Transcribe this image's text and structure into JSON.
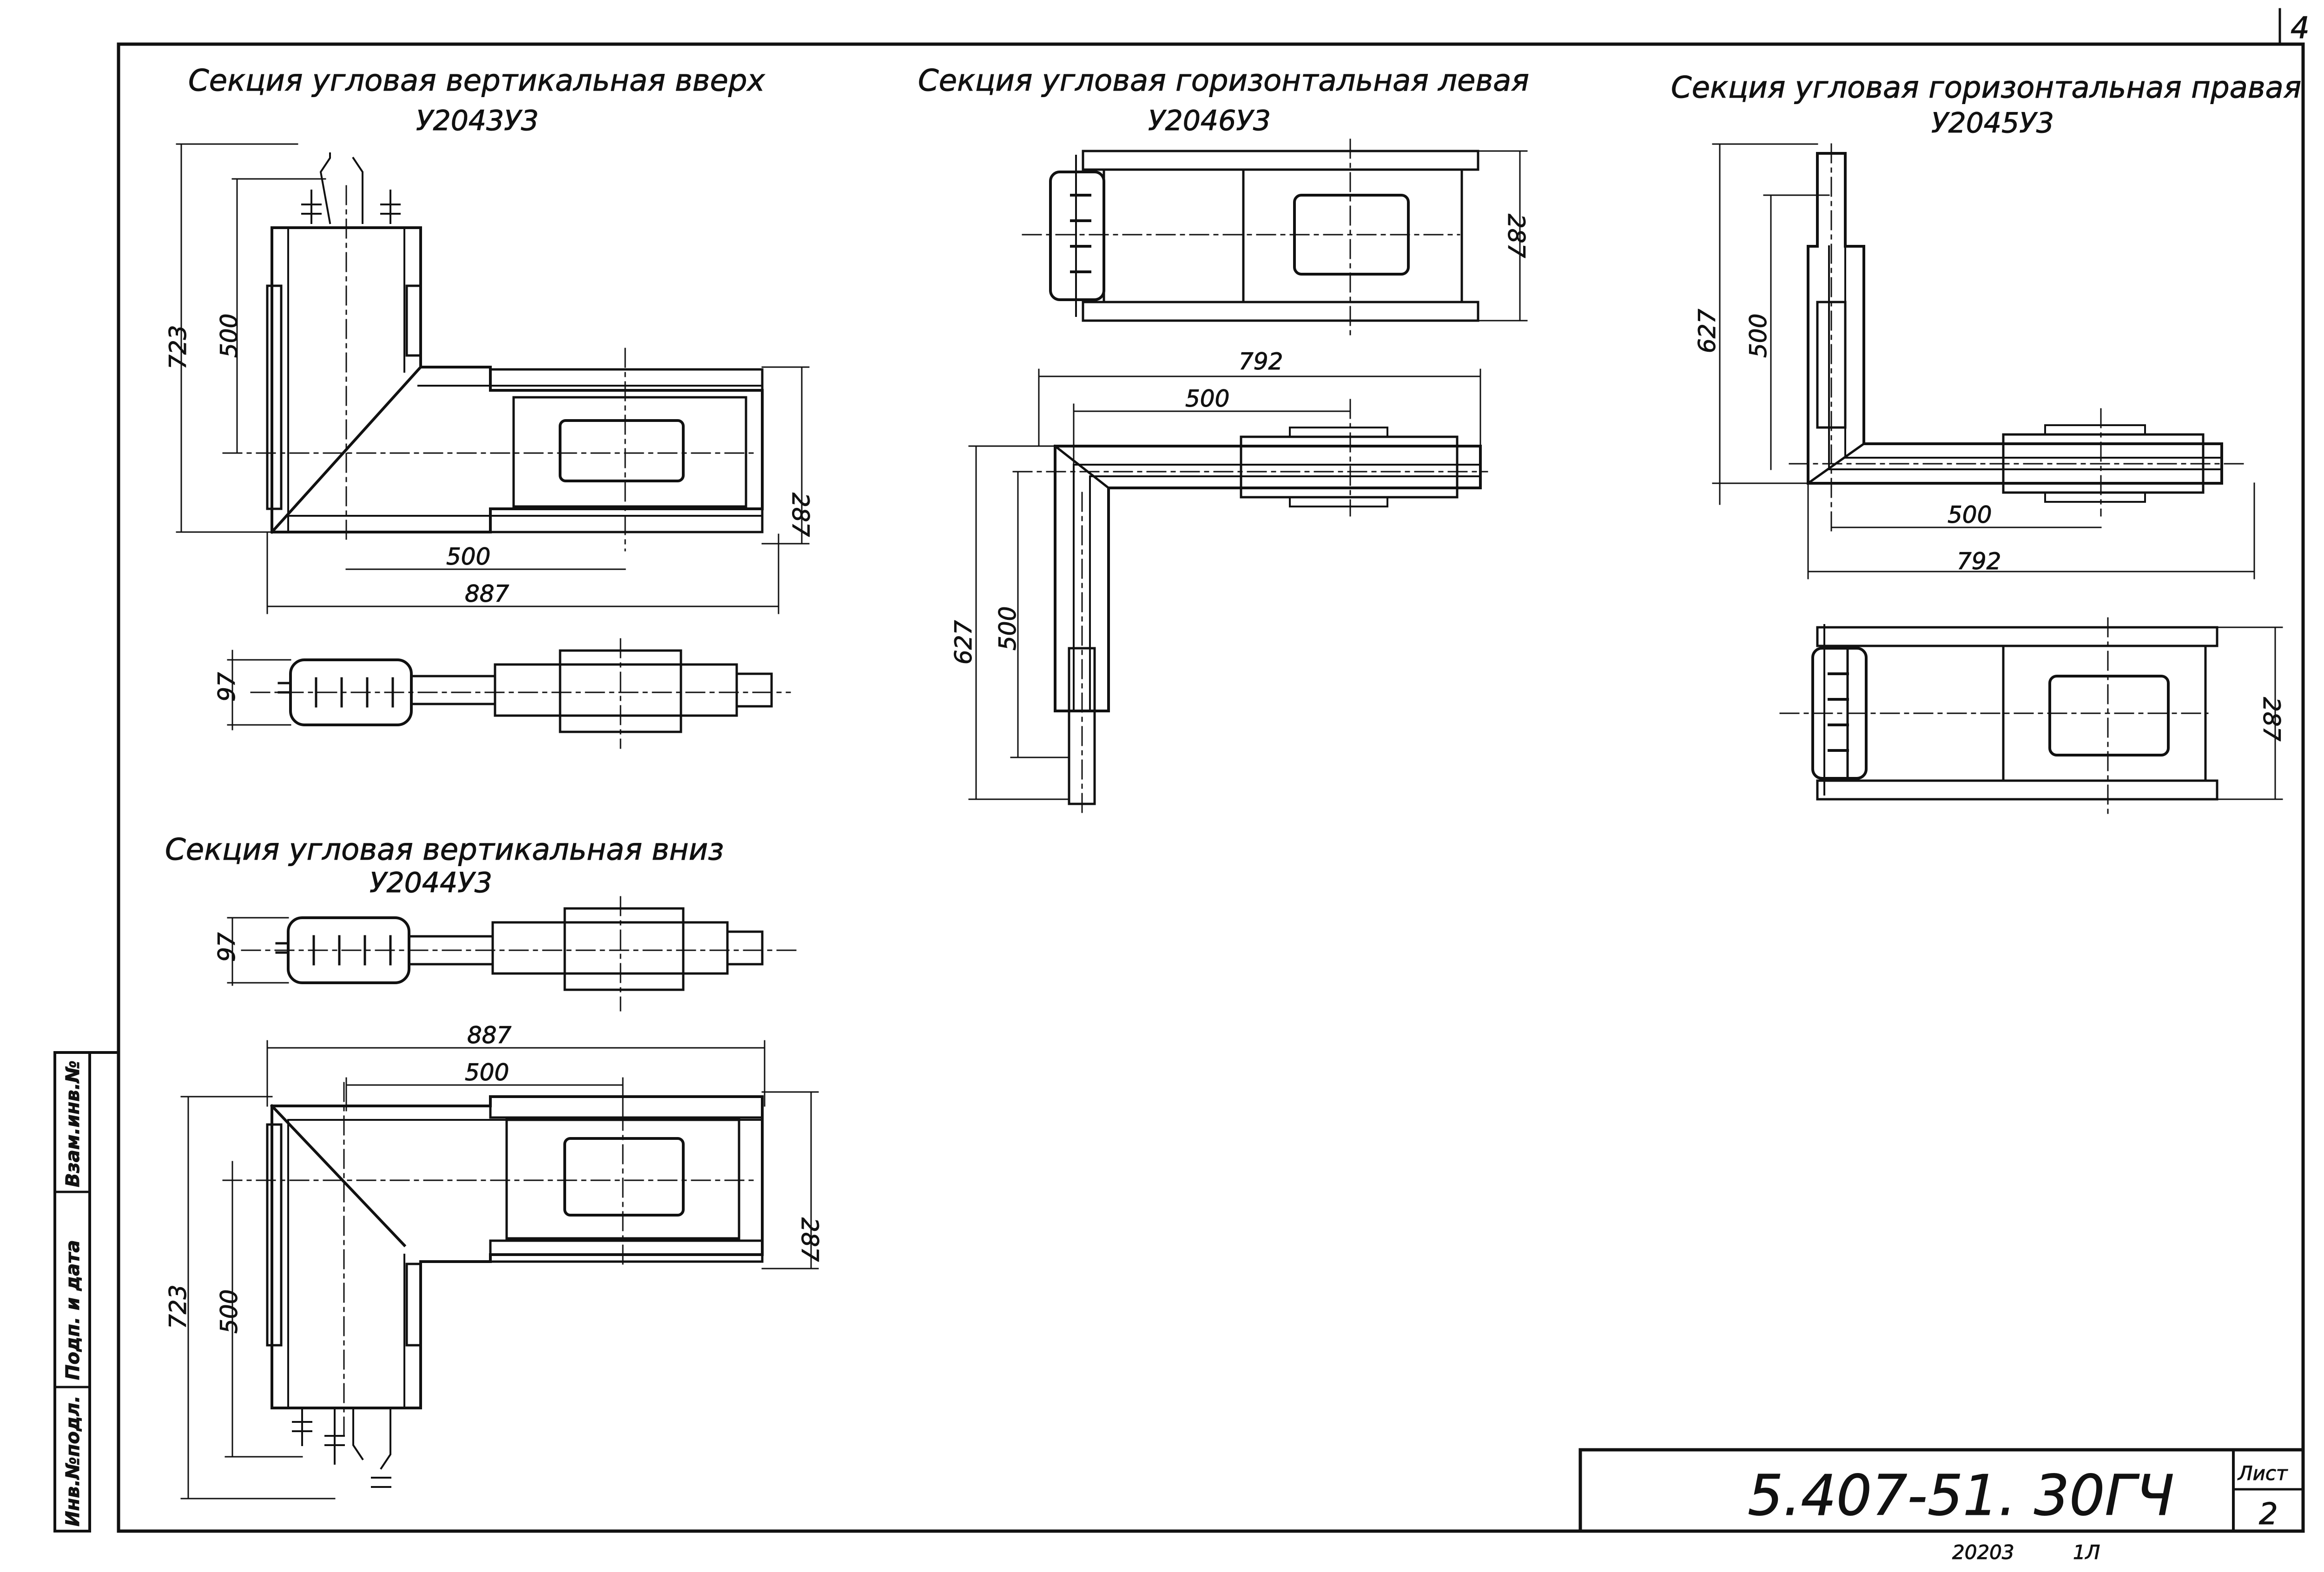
{
  "document": {
    "sheet_number_mark": "4",
    "designation": "5.407-51. 30ГЧ",
    "sheet_label": "Лист",
    "sheet_value": "2",
    "footer_code": "20203",
    "footer_format": "1Л"
  },
  "side_stamp": {
    "fields": [
      "Инв.№подл.",
      "Подп. и дата",
      "Взам.инв.№"
    ]
  },
  "views": {
    "vertical_up": {
      "title": "Секция угловая вертикальная вверх",
      "code": "У2043У3",
      "dims": {
        "h_total": "723",
        "h_inner": "500",
        "w_inner": "500",
        "w_total": "887",
        "right": "287",
        "side_h": "97"
      }
    },
    "horizontal_left": {
      "title": "Секция угловая горизонтальная левая",
      "code": "У2046У3",
      "dims": {
        "top_h": "287",
        "w_total": "792",
        "w_inner": "500",
        "h_total": "627",
        "h_inner": "500"
      }
    },
    "horizontal_right": {
      "title": "Секция угловая горизонтальная правая",
      "code": "У2045У3",
      "dims": {
        "h_total": "627",
        "h_inner": "500",
        "w_inner": "500",
        "w_total": "792",
        "bottom_h": "287"
      }
    },
    "vertical_down": {
      "title": "Секция угловая вертикальная вниз",
      "code": "У2044У3",
      "dims": {
        "side_h": "97",
        "w_total": "887",
        "w_inner": "500",
        "right": "287",
        "h_total": "723",
        "h_inner": "500"
      }
    }
  }
}
